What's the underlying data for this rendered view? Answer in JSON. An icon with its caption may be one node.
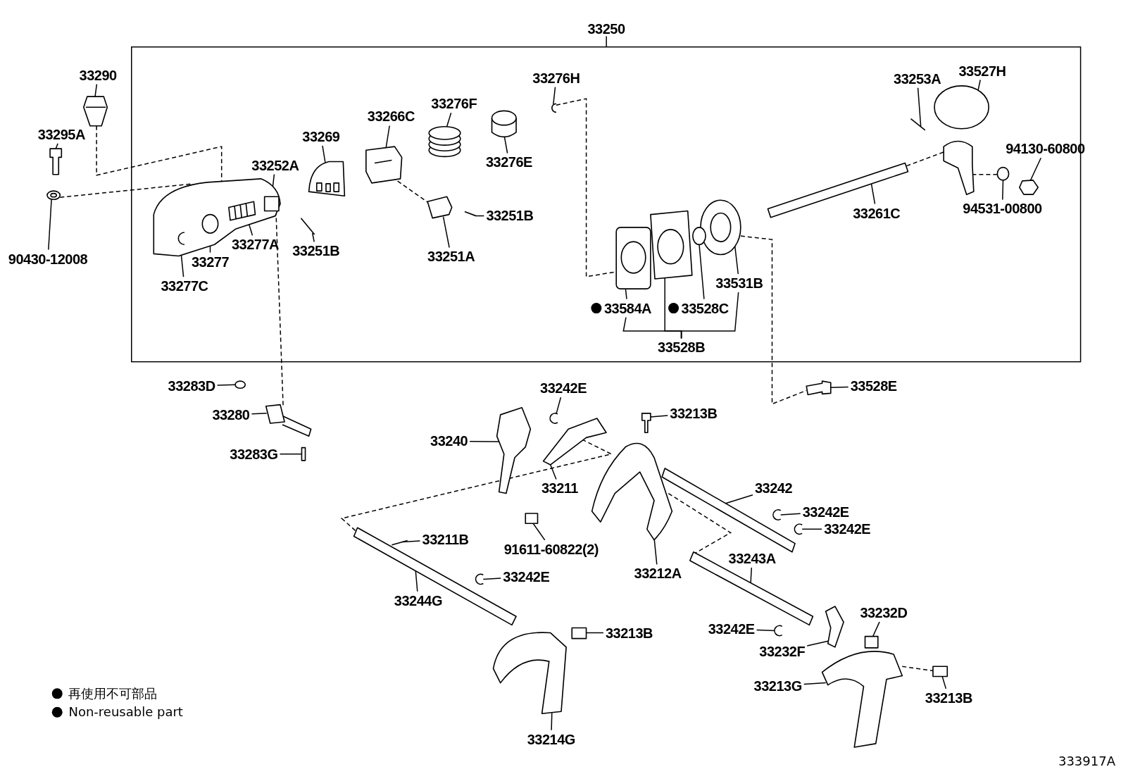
{
  "diagram": {
    "nodes": [
      {
        "text": [
          "33250"
        ]
      },
      {
        "text": [
          "33290"
        ]
      },
      {
        "text": [
          "33295A"
        ]
      },
      {
        "text": [
          "90430-12008"
        ]
      },
      {
        "text": [
          "33269"
        ],
        "in": 0
      },
      {
        "text": [
          "33252A"
        ],
        "in": 0
      },
      {
        "text": [
          "33266C"
        ],
        "in": 0
      },
      {
        "text": [
          "33276F"
        ],
        "in": 0
      },
      {
        "text": [
          "33276E"
        ],
        "in": 0
      },
      {
        "text": [
          "33276H"
        ],
        "in": 0
      },
      {
        "text": [
          "33251B"
        ],
        "in": 0
      },
      {
        "text": [
          "33251A"
        ],
        "in": 0
      },
      {
        "text": [
          "33277A"
        ],
        "in": 0
      },
      {
        "text": [
          "33251B"
        ],
        "in": 0
      },
      {
        "text": [
          "33277"
        ],
        "in": 0
      },
      {
        "text": [
          "33277C"
        ],
        "in": 0
      },
      {
        "text": [
          "33253A"
        ],
        "in": 0
      },
      {
        "text": [
          "33527H"
        ],
        "in": 0
      },
      {
        "text": [
          "94130-60800"
        ],
        "in": 0
      },
      {
        "text": [
          "94531-00800"
        ],
        "in": 0
      },
      {
        "text": [
          "33261C"
        ],
        "in": 0
      },
      {
        "text": [
          "33531B"
        ],
        "in": 0
      },
      {
        "text": [
          "33584A"
        ],
        "in": 0
      },
      {
        "text": [
          "33528C"
        ],
        "in": 0
      },
      {
        "text": [
          "33528B"
        ],
        "in": 0
      },
      {
        "text": [
          "33283D"
        ]
      },
      {
        "text": [
          "33280"
        ]
      },
      {
        "text": [
          "33283G"
        ]
      },
      {
        "text": [
          "33528E"
        ]
      },
      {
        "text": [
          "33242E"
        ]
      },
      {
        "text": [
          "33213B"
        ]
      },
      {
        "text": [
          "33240"
        ]
      },
      {
        "text": [
          "33211"
        ]
      },
      {
        "text": [
          "33242"
        ]
      },
      {
        "text": [
          "33242E"
        ]
      },
      {
        "text": [
          "33242E"
        ]
      },
      {
        "text": [
          "33211B"
        ]
      },
      {
        "text": [
          "91611-60822(2)"
        ]
      },
      {
        "text": [
          "33212A"
        ]
      },
      {
        "text": [
          "33243A"
        ]
      },
      {
        "text": [
          "33242E"
        ]
      },
      {
        "text": [
          "33244G"
        ]
      },
      {
        "text": [
          "33213B"
        ]
      },
      {
        "text": [
          "33232D"
        ]
      },
      {
        "text": [
          "33242E"
        ]
      },
      {
        "text": [
          "33232F"
        ]
      },
      {
        "text": [
          "33213G"
        ]
      },
      {
        "text": [
          "33213B"
        ]
      },
      {
        "text": [
          "33214G"
        ]
      },
      {
        "text": [],
        "shape": "picture"
      },
      {
        "text": [],
        "shape": "picture"
      },
      {
        "text": [],
        "shape": "picture"
      },
      {
        "text": [],
        "shape": "picture",
        "in": 0
      },
      {
        "text": [],
        "shape": "circle",
        "in": 52
      },
      {
        "text": [],
        "shape": "picture",
        "in": 52
      },
      {
        "text": [],
        "shape": "picture",
        "in": 52
      },
      {
        "text": [],
        "shape": "box",
        "in": 52
      },
      {
        "text": [],
        "shape": "picture",
        "in": 0
      },
      {
        "text": [],
        "shape": "picture",
        "in": 0
      },
      {
        "text": [],
        "shape": "picture",
        "in": 0
      },
      {
        "text": [],
        "shape": "picture",
        "in": 0
      },
      {
        "text": [],
        "shape": "cylinder",
        "in": 0
      },
      {
        "text": [],
        "shape": "picture",
        "in": 0
      },
      {
        "text": [],
        "shape": "picture",
        "in": 0
      },
      {
        "text": [],
        "shape": "picture",
        "in": 0
      },
      {
        "text": [],
        "shape": "picture",
        "in": 0
      },
      {
        "text": [],
        "shape": "picture",
        "in": 0
      },
      {
        "text": [],
        "shape": "picture",
        "in": 0
      },
      {
        "text": [],
        "shape": "circle",
        "in": 0
      },
      {
        "text": [],
        "shape": "picture",
        "in": 0
      },
      {
        "text": [],
        "shape": "picture",
        "in": 0
      },
      {
        "text": [],
        "shape": "circle",
        "in": 0
      },
      {
        "text": [],
        "shape": "picture",
        "in": 0
      },
      {
        "text": [],
        "shape": "circle",
        "in": 0
      },
      {
        "text": [],
        "shape": "hexagon",
        "in": 0
      },
      {
        "text": [],
        "shape": "circle"
      },
      {
        "text": [],
        "shape": "picture"
      },
      {
        "text": [],
        "shape": "bar"
      },
      {
        "text": [],
        "shape": "picture"
      },
      {
        "text": [],
        "shape": "picture"
      },
      {
        "text": [],
        "shape": "box"
      },
      {
        "text": [],
        "shape": "box"
      },
      {
        "text": [],
        "shape": "box"
      },
      {
        "text": [],
        "shape": "box"
      },
      {
        "text": [],
        "shape": "picture"
      },
      {
        "text": [],
        "shape": "picture"
      },
      {
        "text": [],
        "shape": "picture"
      },
      {
        "text": [],
        "shape": "picture"
      },
      {
        "text": [],
        "shape": "picture"
      },
      {
        "text": [],
        "shape": "picture"
      },
      {
        "text": [],
        "shape": "picture"
      },
      {
        "text": [],
        "shape": "picture"
      },
      {
        "text": [],
        "shape": "picture"
      },
      {
        "text": [],
        "shape": "picture"
      },
      {
        "text": [],
        "shape": "picture"
      },
      {
        "text": [],
        "shape": "picture"
      },
      {
        "text": [],
        "shape": "picture"
      },
      {
        "text": [],
        "shape": "picture"
      },
      {
        "text": [],
        "shape": "picture"
      }
    ],
    "edges": [
      {
        "from": 1,
        "to": 49,
        "arrow": "none"
      },
      {
        "from": 2,
        "to": 50,
        "arrow": "none"
      },
      {
        "from": 3,
        "to": 51,
        "arrow": "none"
      },
      {
        "from": 4,
        "to": 58,
        "arrow": "none"
      },
      {
        "from": 5,
        "to": 56,
        "arrow": "none"
      },
      {
        "from": 6,
        "to": 59,
        "arrow": "none"
      },
      {
        "from": 7,
        "to": 60,
        "arrow": "none"
      },
      {
        "from": 8,
        "to": 61,
        "arrow": "none"
      },
      {
        "from": 9,
        "to": 62,
        "arrow": "none"
      },
      {
        "from": 10,
        "to": 64,
        "arrow": "none"
      },
      {
        "from": 11,
        "to": 63,
        "arrow": "none"
      },
      {
        "from": 12,
        "to": 54,
        "arrow": "none"
      },
      {
        "from": 13,
        "to": 57,
        "arrow": "none"
      },
      {
        "from": 14,
        "to": 53,
        "arrow": "none"
      },
      {
        "from": 15,
        "to": 55,
        "arrow": "none"
      },
      {
        "from": 16,
        "to": 70,
        "arrow": "none"
      },
      {
        "from": 17,
        "to": 71,
        "arrow": "none"
      },
      {
        "from": 18,
        "to": 74,
        "arrow": "none"
      },
      {
        "from": 19,
        "to": 73,
        "arrow": "none"
      },
      {
        "from": 20,
        "to": 69,
        "arrow": "none"
      },
      {
        "from": 21,
        "to": 67,
        "arrow": "none"
      },
      {
        "from": 22,
        "to": 65,
        "arrow": "none"
      },
      {
        "from": 23,
        "to": 68,
        "arrow": "none"
      },
      {
        "from": 24,
        "to": 22,
        "arrow": "none"
      },
      {
        "from": 24,
        "to": 66,
        "arrow": "none"
      },
      {
        "from": 24,
        "to": 21,
        "arrow": "none"
      },
      {
        "from": 25,
        "to": 75,
        "arrow": "none"
      },
      {
        "from": 26,
        "to": 76,
        "arrow": "none"
      },
      {
        "from": 27,
        "to": 77,
        "arrow": "none"
      },
      {
        "from": 28,
        "to": 78,
        "arrow": "none"
      },
      {
        "from": 29,
        "to": 93,
        "arrow": "none"
      },
      {
        "from": 30,
        "to": 79,
        "arrow": "none"
      },
      {
        "from": 31,
        "to": 84,
        "arrow": "none"
      },
      {
        "from": 32,
        "to": 85,
        "arrow": "none"
      },
      {
        "from": 33,
        "to": 87,
        "arrow": "none"
      },
      {
        "from": 34,
        "to": 94,
        "arrow": "none"
      },
      {
        "from": 35,
        "to": 95,
        "arrow": "none"
      },
      {
        "from": 36,
        "to": 98,
        "arrow": "none"
      },
      {
        "from": 37,
        "to": 83,
        "arrow": "none"
      },
      {
        "from": 38,
        "to": 86,
        "arrow": "none"
      },
      {
        "from": 39,
        "to": 88,
        "arrow": "none"
      },
      {
        "from": 40,
        "to": 96,
        "arrow": "none"
      },
      {
        "from": 41,
        "to": 89,
        "arrow": "none"
      },
      {
        "from": 42,
        "to": 80,
        "arrow": "none"
      },
      {
        "from": 43,
        "to": 82,
        "arrow": "none"
      },
      {
        "from": 44,
        "to": 97,
        "arrow": "none"
      },
      {
        "from": 45,
        "to": 90,
        "arrow": "none"
      },
      {
        "from": 46,
        "to": 91,
        "arrow": "none"
      },
      {
        "from": 47,
        "to": 81,
        "arrow": "none"
      },
      {
        "from": 48,
        "to": 92,
        "arrow": "none"
      },
      {
        "from": 49,
        "to": 52,
        "arrow": "none",
        "style": "dashed"
      },
      {
        "from": 51,
        "to": 52,
        "arrow": "none",
        "style": "dashed"
      },
      {
        "from": 56,
        "to": 76,
        "arrow": "none",
        "style": "dashed"
      },
      {
        "from": 59,
        "to": 63,
        "arrow": "none",
        "style": "dashed"
      },
      {
        "from": 62,
        "to": 65,
        "arrow": "none",
        "style": "dashed"
      },
      {
        "from": 67,
        "to": 78,
        "arrow": "none",
        "style": "dashed"
      },
      {
        "from": 69,
        "to": 72,
        "arrow": "none",
        "style": "dashed"
      },
      {
        "from": 73,
        "to": 72,
        "arrow": "none",
        "style": "dashed"
      },
      {
        "from": 89,
        "to": 85,
        "arrow": "none",
        "style": "dashed"
      },
      {
        "from": 86,
        "to": 88,
        "arrow": "none",
        "style": "dashed"
      },
      {
        "from": 91,
        "to": 81,
        "arrow": "none",
        "style": "dashed"
      }
    ],
    "labels": [
      "333917A"
    ],
    "legend": [
      {
        "text": "再使用不可部品"
      },
      {
        "text": "Non-reusable part"
      }
    ]
  }
}
